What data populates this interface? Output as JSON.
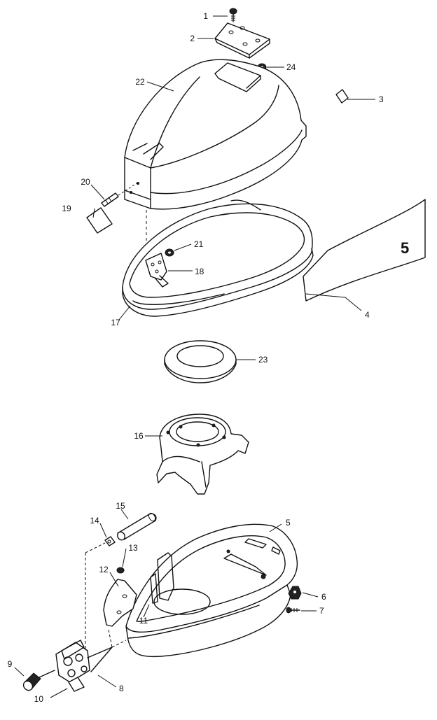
{
  "diagram": {
    "parts": [
      {
        "id": "p1",
        "number": "1",
        "name": "screw"
      },
      {
        "id": "p2",
        "number": "2",
        "name": "top-plate"
      },
      {
        "id": "p3",
        "number": "3",
        "name": "small-decal"
      },
      {
        "id": "p4",
        "number": "4",
        "name": "side-decal"
      },
      {
        "id": "p5",
        "number": "5",
        "name": "lower-cowl"
      },
      {
        "id": "p6",
        "number": "6",
        "name": "grommet-knob"
      },
      {
        "id": "p7",
        "number": "7",
        "name": "screw"
      },
      {
        "id": "p8",
        "number": "8",
        "name": "latch-bracket"
      },
      {
        "id": "p9",
        "number": "9",
        "name": "knob"
      },
      {
        "id": "p10",
        "number": "10",
        "name": "small-plate"
      },
      {
        "id": "p11",
        "number": "11",
        "name": "screw"
      },
      {
        "id": "p12",
        "number": "12",
        "name": "washer"
      },
      {
        "id": "p13",
        "number": "13",
        "name": "nut"
      },
      {
        "id": "p14",
        "number": "14",
        "name": "clip"
      },
      {
        "id": "p15",
        "number": "15",
        "name": "tube"
      },
      {
        "id": "p16",
        "number": "16",
        "name": "support-plate"
      },
      {
        "id": "p17",
        "number": "17",
        "name": "cowl-base"
      },
      {
        "id": "p18",
        "number": "18",
        "name": "hinge-bracket"
      },
      {
        "id": "p19",
        "number": "19",
        "name": "square-decal"
      },
      {
        "id": "p20",
        "number": "20",
        "name": "pin"
      },
      {
        "id": "p21",
        "number": "21",
        "name": "nut"
      },
      {
        "id": "p22",
        "number": "22",
        "name": "upper-cowl"
      },
      {
        "id": "p23",
        "number": "23",
        "name": "seal-ring"
      },
      {
        "id": "p24",
        "number": "24",
        "name": "nut"
      }
    ],
    "decal_text": "5"
  }
}
